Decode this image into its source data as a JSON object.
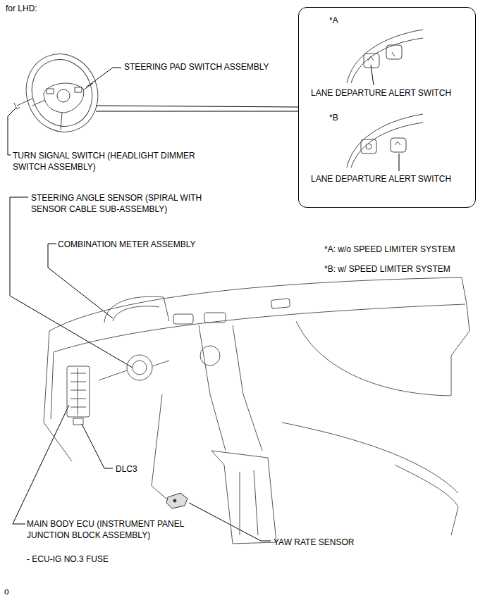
{
  "diagram": {
    "nodes": [
      {
        "text": [
          "*A",
          "LANE DEPARTURE ALERT SWITCH",
          "*B",
          "LANE DEPARTURE ALERT SWITCH"
        ]
      }
    ],
    "labels": [
      "for LHD:",
      "STEERING PAD SWITCH ASSEMBLY",
      "TURN SIGNAL SWITCH (HEADLIGHT DIMMER SWITCH ASSEMBLY)",
      "STEERING ANGLE SENSOR (SPIRAL WITH SENSOR CABLE SUB-ASSEMBLY)",
      "COMBINATION METER ASSEMBLY",
      "*A: w/o SPEED LIMITER SYSTEM",
      "*B: w/ SPEED LIMITER SYSTEM",
      "DLC3",
      "MAIN BODY ECU (INSTRUMENT PANEL JUNCTION BLOCK ASSEMBLY)",
      "YAW RATE SENSOR",
      "- ECU-IG NO.3 FUSE",
      "o"
    ]
  }
}
